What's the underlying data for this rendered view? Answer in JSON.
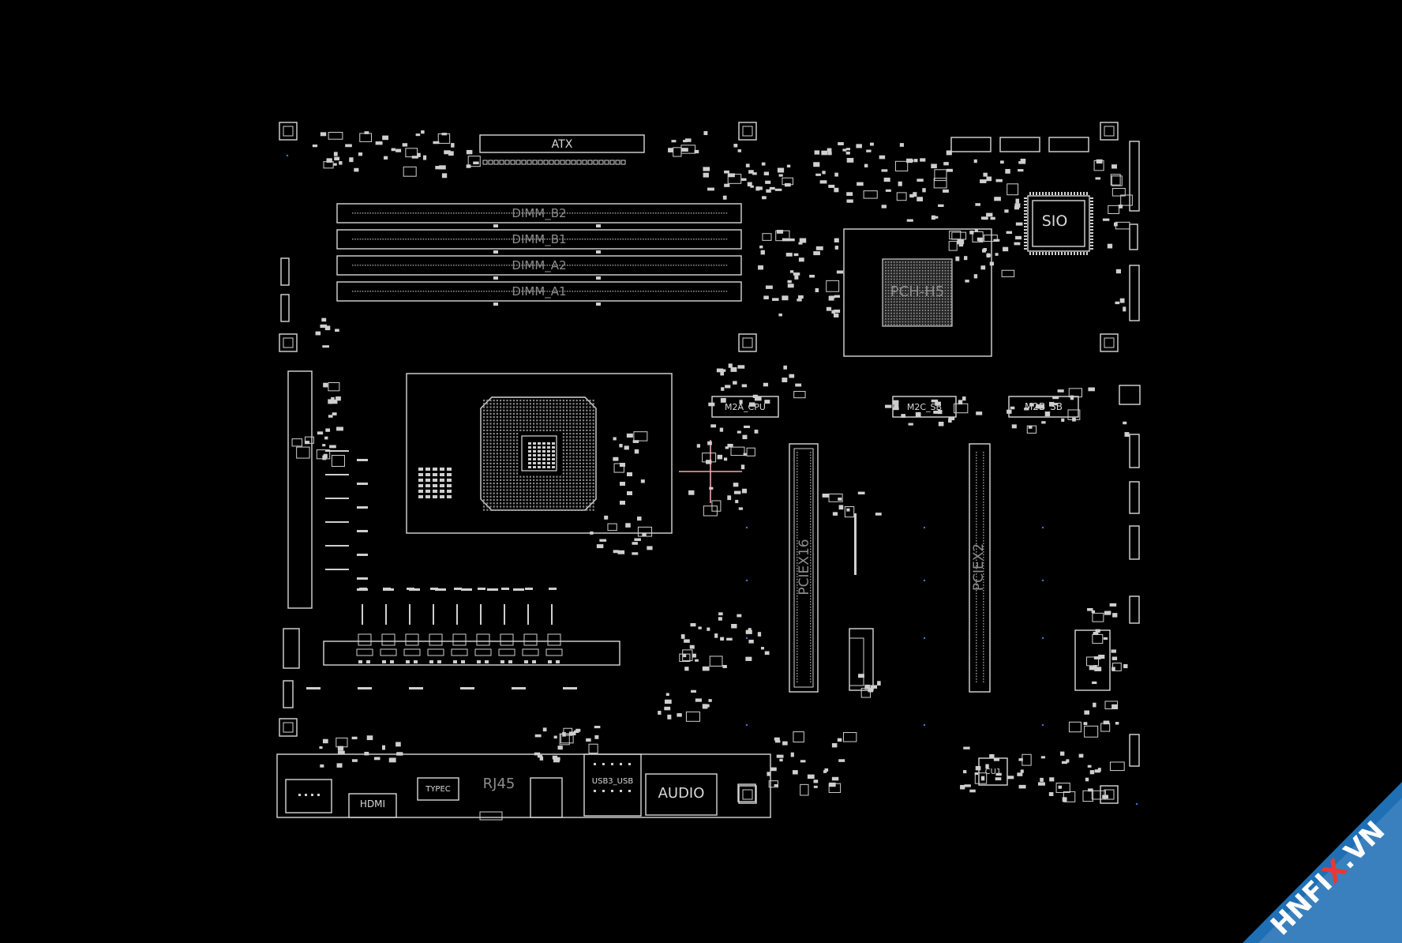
{
  "labels": {
    "atx": "ATX",
    "dimm_b2": "DIMM_B2",
    "dimm_b1": "DIMM_B1",
    "dimm_a2": "DIMM_A2",
    "dimm_a1": "DIMM_A1",
    "pch": "PCH-H5",
    "sio": "SIO",
    "m2a": "M2A_CPU",
    "m2c": "M2C_SB",
    "m2b": "M2B_SB",
    "pcie16": "PCIEX16",
    "pcie2": "PCIEX2",
    "hdmi": "HDMI",
    "typec": "TYPEC",
    "rj45": "RJ45",
    "usb": "USB3_USB",
    "audio": "AUDIO",
    "u1": "CU1"
  },
  "watermark": {
    "text_white": "HNFI",
    "text_red": "X",
    "text_tail": ".VN"
  },
  "colors": {
    "background": "#000000",
    "outline": "#d8d8d8",
    "cursor": "#ffb0b0",
    "watermark_band": "#1f6fb5",
    "watermark_red": "#e53935"
  }
}
